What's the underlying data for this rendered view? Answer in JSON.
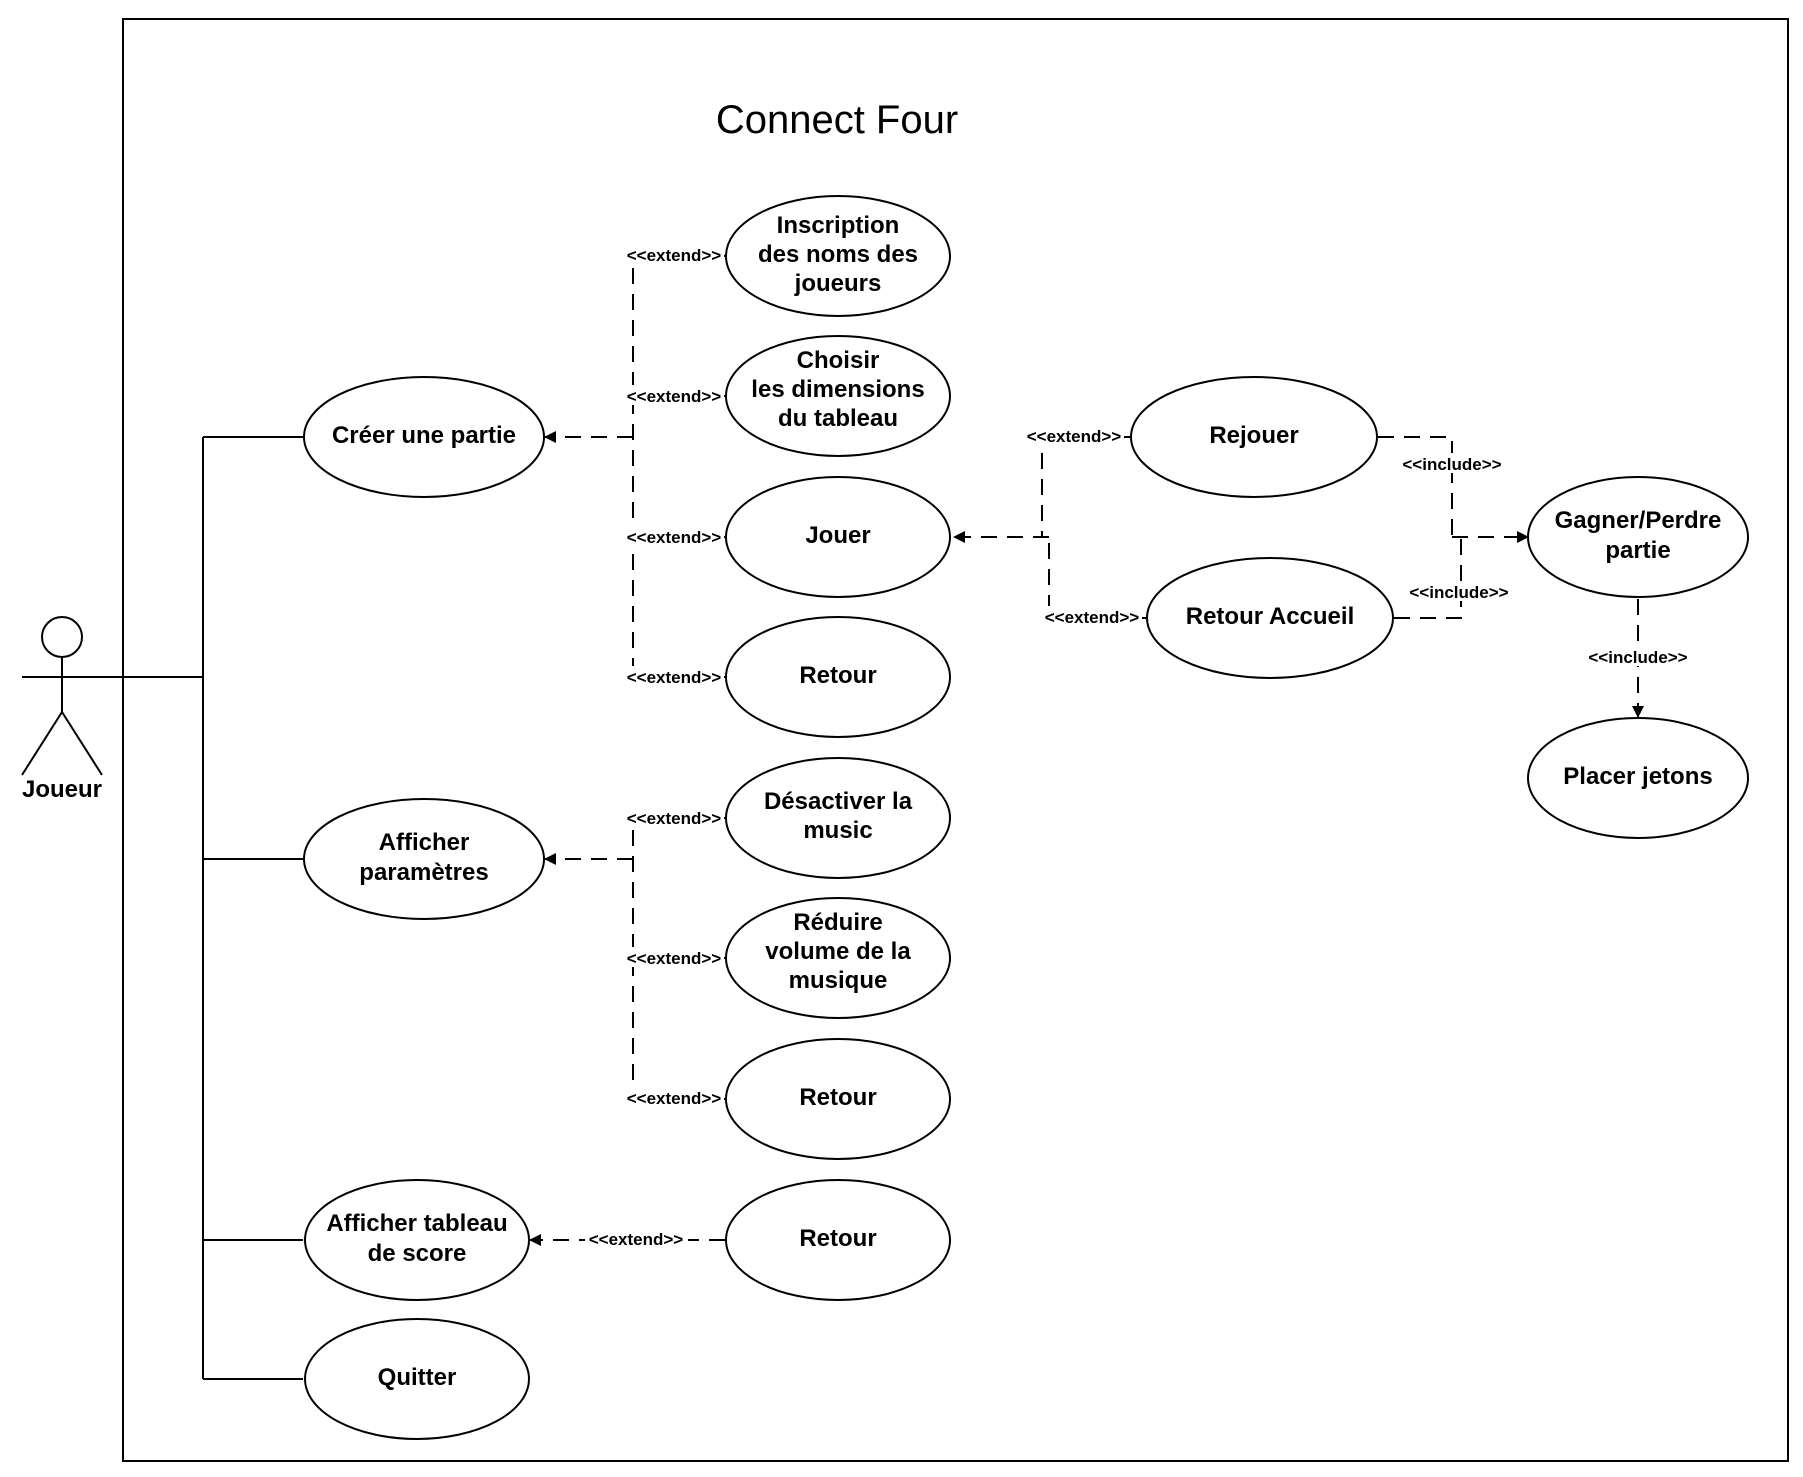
{
  "diagram": {
    "title": "Connect Four",
    "actor": {
      "label": "Joueur"
    },
    "use_cases": {
      "creer": [
        "Créer une partie"
      ],
      "afficher_param": [
        "Afficher",
        "paramètres"
      ],
      "afficher_score": [
        "Afficher tableau",
        "de score"
      ],
      "quitter": [
        "Quitter"
      ],
      "inscription": [
        "Inscription",
        "des noms des",
        "joueurs"
      ],
      "choisir": [
        "Choisir",
        "les dimensions",
        "du tableau"
      ],
      "jouer": [
        "Jouer"
      ],
      "retour1": [
        "Retour"
      ],
      "desactiver": [
        "Désactiver la",
        "music"
      ],
      "reduire": [
        "Réduire",
        "volume de la",
        "musique"
      ],
      "retour2": [
        "Retour"
      ],
      "retour3": [
        "Retour"
      ],
      "rejouer": [
        "Rejouer"
      ],
      "retour_accueil": [
        "Retour Accueil"
      ],
      "gagner": [
        "Gagner/Perdre",
        "partie"
      ],
      "placer": [
        "Placer jetons"
      ]
    },
    "stereotypes": {
      "extend": "<<extend>>",
      "include": "<<include>>"
    },
    "relationships": [
      {
        "type": "extend",
        "from": "inscription",
        "to": "creer"
      },
      {
        "type": "extend",
        "from": "choisir",
        "to": "creer"
      },
      {
        "type": "extend",
        "from": "jouer",
        "to": "creer"
      },
      {
        "type": "extend",
        "from": "retour1",
        "to": "creer"
      },
      {
        "type": "extend",
        "from": "desactiver",
        "to": "afficher_param"
      },
      {
        "type": "extend",
        "from": "reduire",
        "to": "afficher_param"
      },
      {
        "type": "extend",
        "from": "retour2",
        "to": "afficher_param"
      },
      {
        "type": "extend",
        "from": "retour3",
        "to": "afficher_score"
      },
      {
        "type": "extend",
        "from": "rejouer",
        "to": "jouer"
      },
      {
        "type": "extend",
        "from": "retour_accueil",
        "to": "jouer"
      },
      {
        "type": "include",
        "from": "rejouer",
        "to": "gagner"
      },
      {
        "type": "include",
        "from": "retour_accueil",
        "to": "gagner"
      },
      {
        "type": "include",
        "from": "gagner",
        "to": "placer"
      }
    ]
  }
}
